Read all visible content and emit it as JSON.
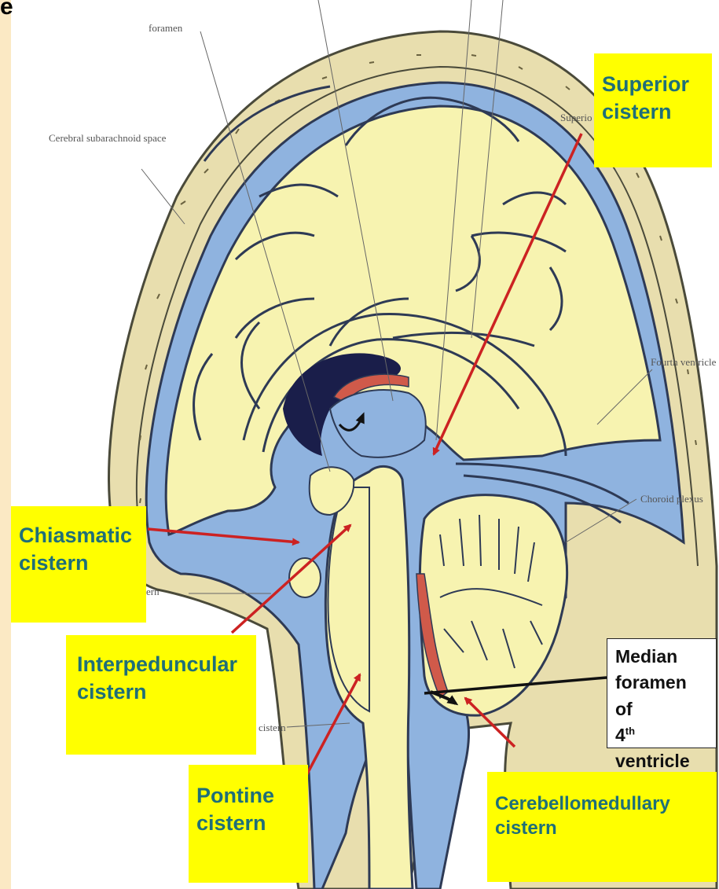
{
  "corner_letter": "e",
  "small_labels": {
    "foramen": "foramen",
    "cerebral_subarachnoid_space": "Cerebral subarachnoid space",
    "superior_partial": "Superio",
    "fourth_ventricle": "Fourth ventricle",
    "choroid_plexus": "Choroid plexus",
    "ern_partial": "ern",
    "cistern_partial": "cistern"
  },
  "callouts": {
    "superior_line1": "Superior",
    "superior_line2": "cistern",
    "chiasmatic_line1": "Chiasmatic",
    "chiasmatic_line2": "cistern",
    "interpeduncular_line1": "Interpeduncular",
    "interpeduncular_line2": "cistern",
    "pontine_line1": "Pontine",
    "pontine_line2": "cistern",
    "cerebellomedullary": "Cerebellomedullary cistern",
    "median_line1": "Median",
    "median_line2": "foramen of",
    "median_line3_num": "4",
    "median_line3_sup": "th",
    "median_line3_rest": " ventricle"
  },
  "colors": {
    "csf_blue": "#8fb3df",
    "brain_yellow": "#f7f3b0",
    "skull_tan": "#e8deae",
    "choroid_red": "#d05a4a",
    "ventricle_dark": "#1a1e4a",
    "arrow_red": "#cc2222",
    "label_yellow": "#ffff00",
    "label_text": "#1f6f78",
    "side_strip": "#fbe9c4"
  }
}
